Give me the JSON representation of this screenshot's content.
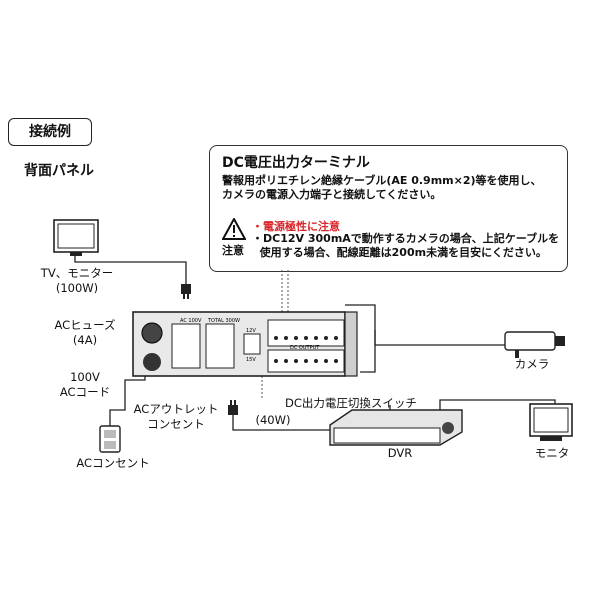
{
  "header": {
    "tag": "接続例",
    "panel_title": "背面パネル"
  },
  "callout": {
    "title": "DC電圧出力ターミナル",
    "body": "警報用ポリエチレン絶縁ケーブル(AE 0.9mm×2)等を使用し、\nカメラの電源入力端子と接続してください。",
    "warning_red": "・電源極性に注意",
    "warning_body": "・DC12V 300mAで動作するカメラの場合、上記ケーブルを\n  使用する場合、配線距離は200m未満を目安にください。",
    "caution_label": "注意"
  },
  "labels": {
    "tv_monitor": "TV、モニター\n(100W)",
    "ac_fuse": "ACヒューズ\n(4A)",
    "ac_cord": "100V\nACコード",
    "ac_outlet_jp": "ACアウトレット\nコンセント",
    "dc_switch": "DC出力電圧切換スイッチ",
    "watt_40": "(40W)",
    "ac_consent": "ACコンセント",
    "camera": "カメラ",
    "dvr": "DVR",
    "monitor": "モニタ"
  },
  "device": {
    "ac_label": "AC 100V",
    "total_label": "TOTAL 300W",
    "dc_output": "DC OUTPUT",
    "v12": "12V",
    "v15": "15V"
  },
  "icons": [
    "warning-triangle-icon",
    "tv-icon",
    "camera-icon",
    "dvr-icon",
    "monitor-icon",
    "plug-icon",
    "wall-outlet-icon"
  ]
}
